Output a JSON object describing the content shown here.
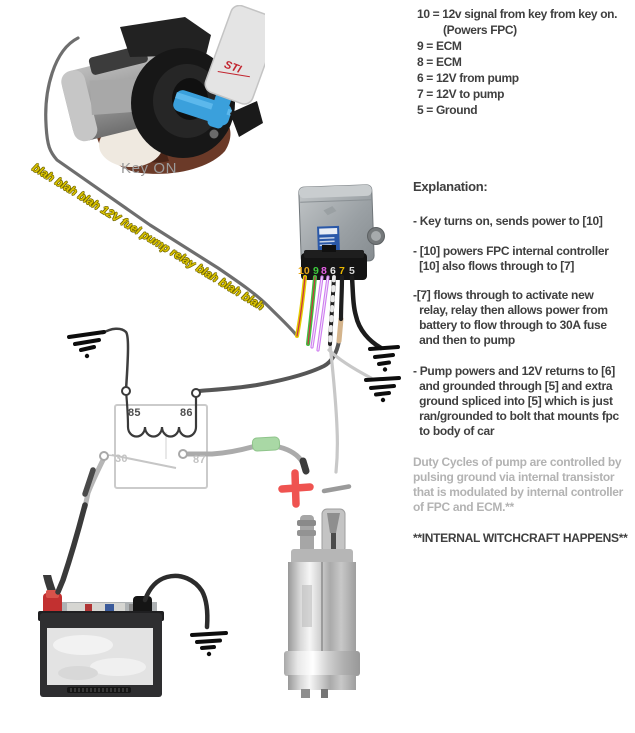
{
  "page": {
    "background": "#ffffff"
  },
  "legend": {
    "lines": [
      "10 = 12v signal from key from key on.",
      "(Powers FPC)",
      "9 = ECM",
      "8 = ECM",
      "6 = 12V from pump",
      "7 = 12V to pump",
      "5 = Ground"
    ]
  },
  "explanation": {
    "heading": "Explanation:",
    "p1": "- Key turns on, sends power to [10]",
    "p2": "- [10] powers FPC internal controller\n  [10] also flows through to [7]",
    "p3": "-[7] flows through to activate new\n  relay, relay then allows power from\n  battery to flow through to 30A fuse\n  and then to pump",
    "p4": "- Pump powers and 12V returns to [6]\n  and grounded through [5] and extra\n  ground spliced into [5] which is just\n  ran/grounded to bolt that mounts fpc\n  to body of car",
    "gray_note": "Duty Cycles of pump are controlled by\npulsing ground via internal transistor\nthat is modulated by internal controller\nof FPC and ECM.**",
    "bold_note": "**INTERNAL WITCHCRAFT HAPPENS**"
  },
  "labels": {
    "key_on": "Key ON",
    "wire_note": "blah blah blah 12V fuel pump relay blah blah blah",
    "key_logo": "STI"
  },
  "fpc": {
    "pin_labels": [
      "10",
      "9",
      "8",
      "6",
      "7",
      "5"
    ],
    "pin_label_colors": [
      "#e8a818",
      "#3ecc3e",
      "#e55fe5",
      "#e8e8e8",
      "#eab800",
      "#dadada"
    ]
  },
  "relay": {
    "terminals": [
      "85",
      "86",
      "30",
      "87"
    ]
  },
  "colors": {
    "wire_key": "#6e6e6e",
    "wire_pin10": "#e3cf00",
    "wire_pin9": "#3fbf3f",
    "wire_pin8": "#cf7df0",
    "wire_pin6": "#c8c8c8",
    "wire_pin7_tan": "#d4b48c",
    "wire_ground": "#1c1c1c",
    "fuse_green": "#a9d8a5",
    "plus_red": "#ef5350",
    "note_yellow": "#dcc400",
    "text_dark": "#3f3f3f",
    "text_gray": "#b3b3b3"
  }
}
